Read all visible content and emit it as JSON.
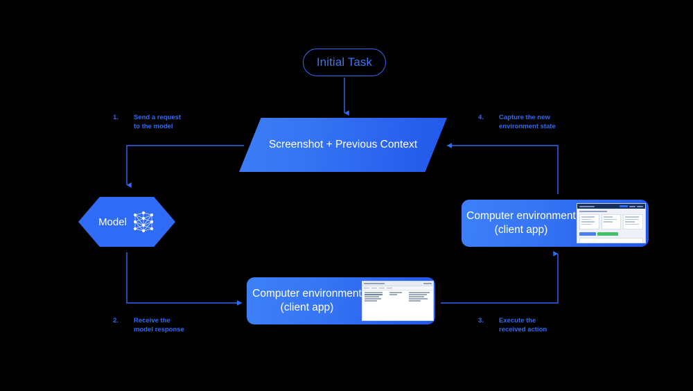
{
  "diagram": {
    "title_node": {
      "label": "Initial Task"
    },
    "context_node": {
      "label": "Screenshot + Previous Context"
    },
    "model_node": {
      "label": "Model",
      "icon": "neural-network-icon"
    },
    "env_right": {
      "label": "Computer environment (client app)",
      "thumbnail": "web-app-screenshot"
    },
    "env_bottom": {
      "label": "Computer environment (client app)",
      "thumbnail": "desktop-window-screenshot"
    },
    "steps": [
      {
        "number": "1.",
        "line1": "Send a request",
        "line2": "to the model"
      },
      {
        "number": "2.",
        "line1": "Receive the",
        "line2": "model response"
      },
      {
        "number": "3.",
        "line1": "Execute the",
        "line2": "received action"
      },
      {
        "number": "4.",
        "line1": "Capture the new",
        "line2": "environment state"
      }
    ],
    "colors": {
      "background": "#000000",
      "accent_blue": "#2f6bf4",
      "light_blue": "#3d80f7",
      "deep_blue": "#2056e9",
      "text_on_blue": "#ffffff"
    }
  }
}
